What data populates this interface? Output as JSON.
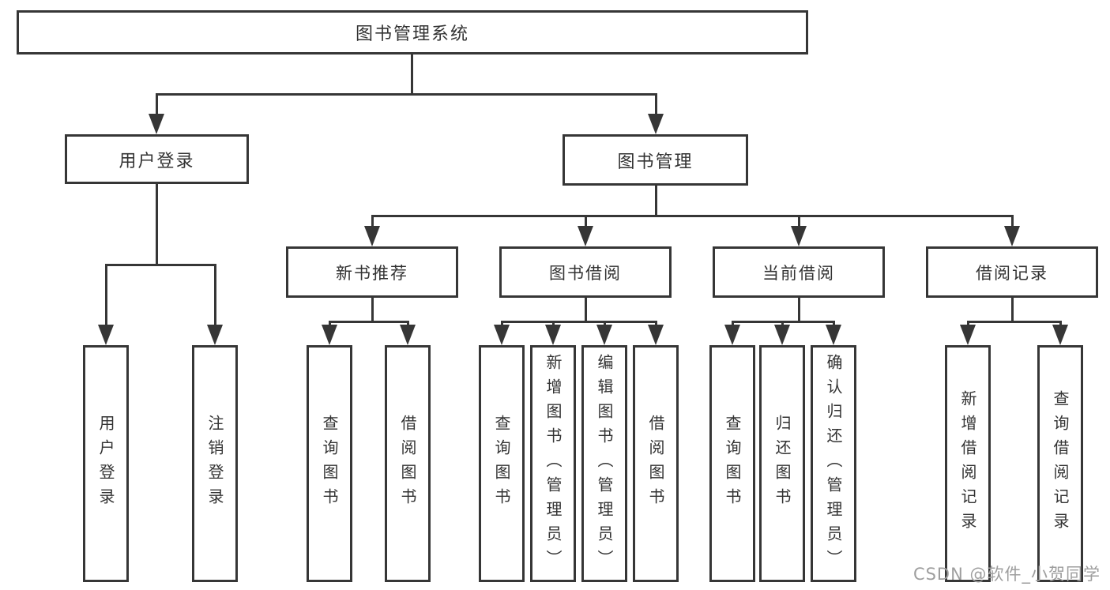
{
  "nodes": {
    "root": "图书管理系统",
    "user_login": "用户登录",
    "book_mgmt": "图书管理",
    "new_book_rec": "新书推荐",
    "book_borrow": "图书借阅",
    "current_borrow": "当前借阅",
    "borrow_record": "借阅记录",
    "leaf_user_login": "用户登录",
    "leaf_logout": "注销登录",
    "leaf_query_book_rec": "查询图书",
    "leaf_borrow_book_rec": "借阅图书",
    "leaf_query_book_borrow": "查询图书",
    "leaf_add_book": "新增图书（管理员）",
    "leaf_edit_book": "编辑图书（管理员）",
    "leaf_borrow_book_borrow": "借阅图书",
    "leaf_query_book_current": "查询图书",
    "leaf_return_book": "归还图书",
    "leaf_confirm_return": "确认归还（管理员）",
    "leaf_add_borrow_record": "新增借阅记录",
    "leaf_query_borrow_record": "查询借阅记录"
  },
  "structure": {
    "图书管理系统": {
      "用户登录": [
        "用户登录",
        "注销登录"
      ],
      "图书管理": {
        "新书推荐": [
          "查询图书",
          "借阅图书"
        ],
        "图书借阅": [
          "查询图书",
          "新增图书（管理员）",
          "编辑图书（管理员）",
          "借阅图书"
        ],
        "当前借阅": [
          "查询图书",
          "归还图书",
          "确认归还（管理员）"
        ],
        "借阅记录": [
          "新增借阅记录",
          "查询借阅记录"
        ]
      }
    }
  },
  "watermark": "CSDN @软件_小贺同学",
  "colors": {
    "line": "#363636",
    "text": "#333333",
    "background": "#ffffff",
    "watermark": "#9e9e9e"
  }
}
